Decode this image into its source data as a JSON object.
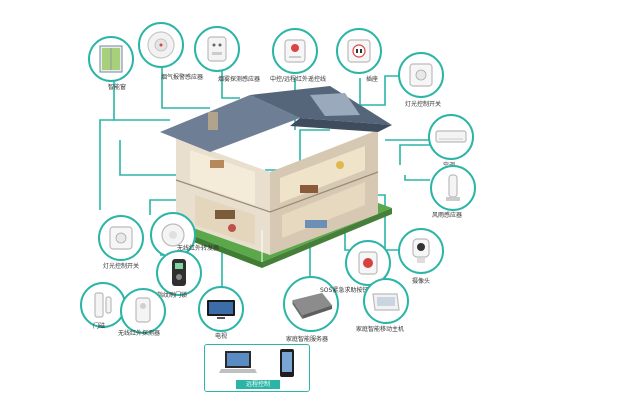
{
  "colors": {
    "accent": "#2bb5a6",
    "line": "#2bb5a6"
  },
  "devices": {
    "smart_window": "智能窗",
    "smoke_detector_wireless": "烟气报警感应器",
    "smoke_detector": "烟雾探测感应器",
    "ir_remote": "中控/远程红外遥控线",
    "socket": "插座",
    "light_switch_top": "灯光控制开关",
    "air_conditioner": "空调",
    "wind_sensor": "风雨感应器",
    "camera": "摄像头",
    "wireless_ir_transmitter": "无线红外转发器",
    "light_switch_left": "灯光控制开关",
    "fingerprint_lock": "指纹刷门锁",
    "door_sensor": "门磁",
    "wireless_ir_detector": "无线红外探测器",
    "tv": "电视",
    "home_server": "家庭智能服务器",
    "sos_button": "SOS紧急求助按钮",
    "control_host": "家庭智能移动主机"
  },
  "remote_control": {
    "label": "远程控制"
  },
  "icons": [
    "window-icon",
    "smoke-detector-icon",
    "sensor-plug-icon",
    "ir-remote-icon",
    "socket-icon",
    "switch-icon",
    "air-conditioner-icon",
    "wind-sensor-icon",
    "camera-icon",
    "transmitter-icon",
    "fingerprint-lock-icon",
    "door-sensor-icon",
    "pir-sensor-icon",
    "tv-icon",
    "server-icon",
    "sos-button-icon",
    "control-panel-icon",
    "laptop-icon",
    "phone-icon",
    "house-icon"
  ]
}
